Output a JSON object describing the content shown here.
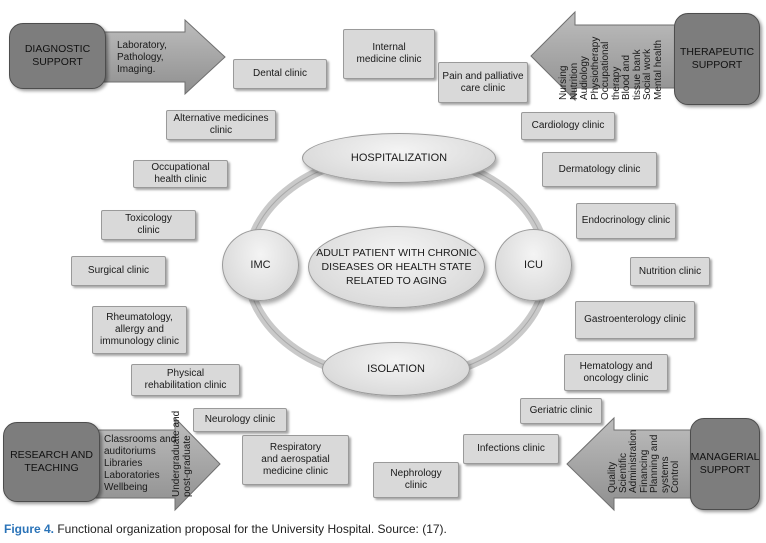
{
  "center": {
    "patient": "ADULT PATIENT WITH CHRONIC\nDISEASES OR HEALTH STATE\nRELATED TO AGING",
    "hospitalization": "HOSPITALIZATION",
    "imc": "IMC",
    "icu": "ICU",
    "isolation": "ISOLATION"
  },
  "clinics": {
    "dental": "Dental clinic",
    "internal": "Internal\nmedicine clinic",
    "pain": "Pain and palliative\ncare clinic",
    "alternative": "Alternative medicines\nclinic",
    "cardiology": "Cardiology clinic",
    "occupational": "Occupational\nhealth clinic",
    "dermatology": "Dermatology clinic",
    "toxicology": "Toxicology\nclinic",
    "endocrinology": "Endocrinology clinic",
    "surgical": "Surgical clinic",
    "nutrition": "Nutrition clinic",
    "rheumatology": "Rheumatology,\nallergy and\nimmunology clinic",
    "gastro": "Gastroenterology clinic",
    "physical": "Physical\nrehabilitation clinic",
    "hematology": "Hematology and\noncology clinic",
    "neurology": "Neurology clinic",
    "geriatric": "Geriatric clinic",
    "respiratory": "Respiratory\nand aerospatial\nmedicine clinic",
    "infections": "Infections clinic",
    "nephrology": "Nephrology\nclinic"
  },
  "supports": {
    "diagnostic": {
      "title": "DIAGNOSTIC\nSUPPORT",
      "items": "Laboratory,\nPathology,\nImaging."
    },
    "therapeutic": {
      "title": "THERAPEUTIC\nSUPPORT",
      "items": [
        "Nursing",
        "Nutrition",
        "Audiology",
        "Physiotherapy",
        "Occupational",
        "therapy",
        "Blood and",
        "tissue bank",
        "Social work",
        "Mental health"
      ]
    },
    "research": {
      "title": "RESEARCH AND\nTEACHING",
      "items": "Classrooms and\nauditoriums\nLibraries\nLaboratories\nWellbeing",
      "vertical": [
        "Undergraduate and",
        "post-graduate"
      ]
    },
    "managerial": {
      "title": "MANAGERIAL\nSUPPORT",
      "items": [
        "Quality",
        "Scientific",
        "Administration",
        "Financing",
        "Planning and",
        "systems",
        "Control"
      ]
    }
  },
  "caption": {
    "label": "Figure 4.",
    "text": " Functional organization proposal for the University Hospital. Source: (17)."
  },
  "colors": {
    "clinic_fill": "#d9d9d9",
    "support_fill": "#7d7d7d",
    "arrow_fill": "#a6a6a6",
    "caption_label": "#2a73b8"
  }
}
